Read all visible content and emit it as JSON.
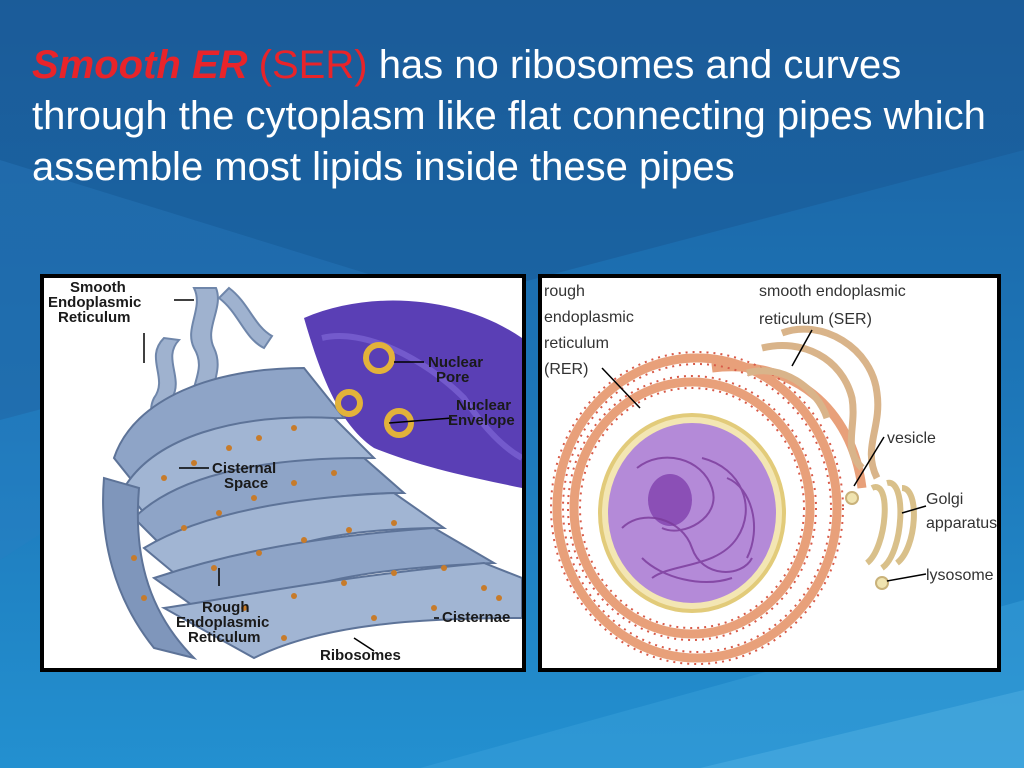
{
  "slide": {
    "title": {
      "highlight_1": "Smooth ER",
      "highlight_2": "(SER)",
      "text": "has no ribosomes and curves through the cytoplasm like flat connecting pipes which assemble most lipids inside these pipes"
    },
    "colors": {
      "background": "#1c73b5",
      "accent_red": "#e8242a",
      "text": "#ffffff"
    }
  },
  "figure_left": {
    "labels": {
      "ser_1": "Smooth",
      "ser_2": "Endoplasmic",
      "ser_3": "Reticulum",
      "pore_1": "Nuclear",
      "pore_2": "Pore",
      "env_1": "Nuclear",
      "env_2": "Envelope",
      "cist_space_1": "Cisternal",
      "cist_space_2": "Space",
      "rough_1": "Rough",
      "rough_2": "Endoplasmic",
      "rough_3": "Reticulum",
      "cisternae": "Cisternae",
      "ribosomes": "Ribosomes"
    }
  },
  "figure_right": {
    "labels": {
      "rer_1": "rough",
      "rer_2": "endoplasmic",
      "rer_3": "reticulum",
      "rer_4": "(RER)",
      "ser_1": "smooth endoplasmic",
      "ser_2": "reticulum (SER)",
      "vesicle": "vesicle",
      "golgi_1": "Golgi",
      "golgi_2": "apparatus",
      "lysosome": "lysosome"
    }
  }
}
